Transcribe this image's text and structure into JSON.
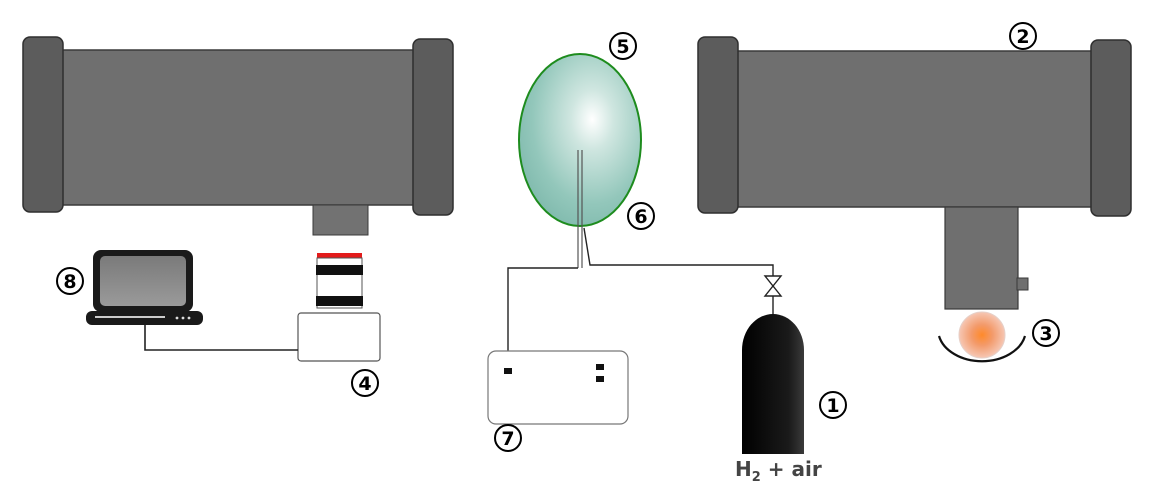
{
  "diagram": {
    "labels": {
      "cylinder": "1",
      "right_tube": "2",
      "light_source": "3",
      "camera": "4",
      "balloon": "5",
      "igniter": "6",
      "ignition_box": "7",
      "computer": "8"
    },
    "gas_label": {
      "prefix": "H",
      "subscript": "2",
      "suffix": " + air"
    },
    "colors": {
      "tube_body": "#6f6f6f",
      "tube_flange": "#5a5a5a",
      "balloon_fill": "#88c3b6",
      "balloon_stroke": "#1e8c1e",
      "cylinder": "#111111",
      "camera_red_ring": "#e31b1b",
      "light_glow": "#f08a4b"
    }
  }
}
